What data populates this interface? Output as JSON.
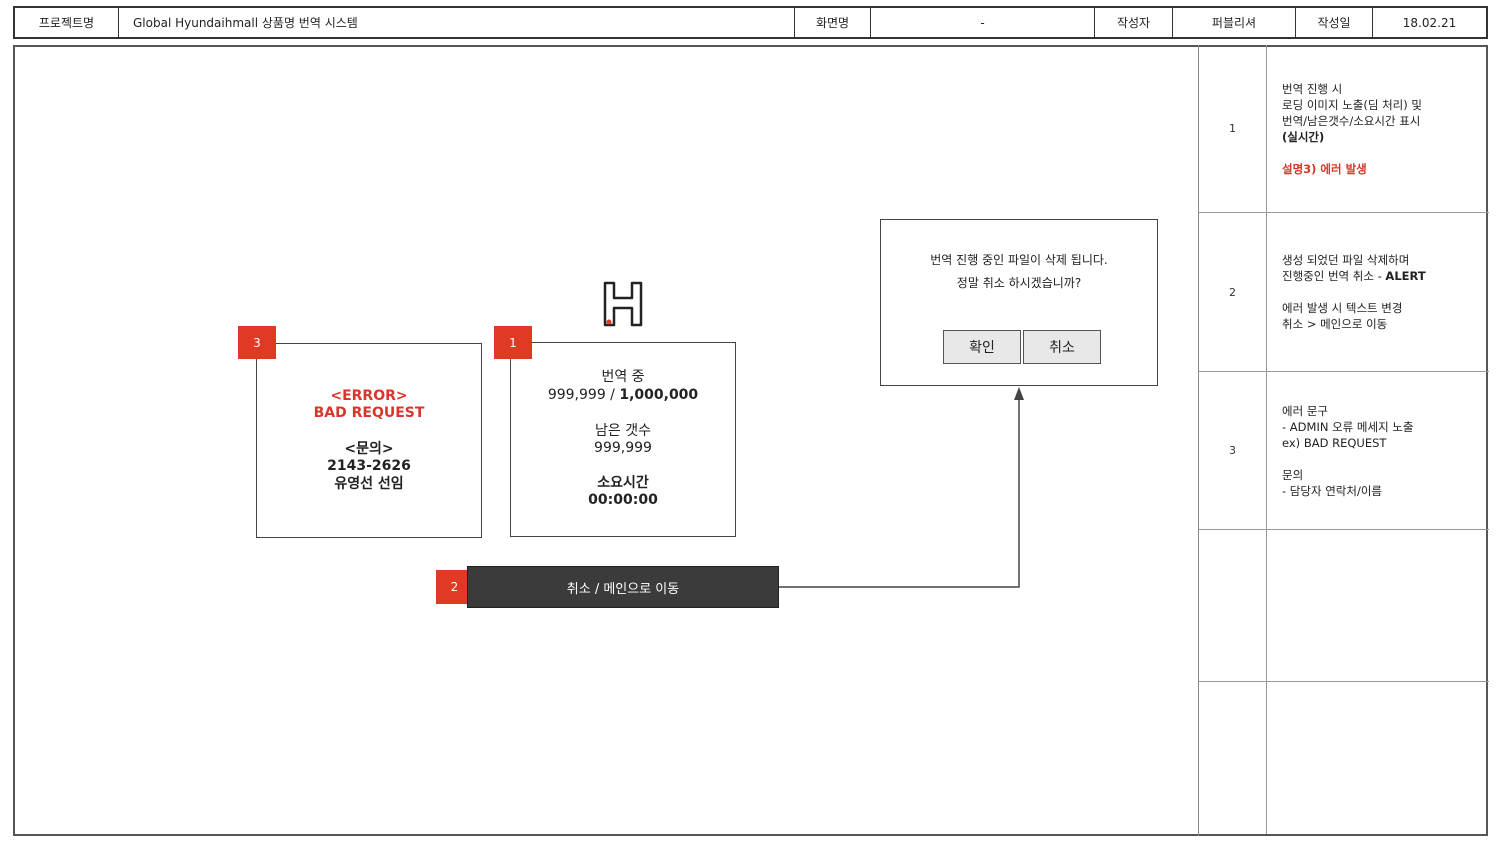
{
  "header": {
    "project_label": "프로젝트명",
    "project_value": "Global Hyundaihmall 상품명 번역 시스템",
    "screen_label": "화면명",
    "screen_value": "-",
    "author_label": "작성자",
    "author_value": "퍼블리셔",
    "date_label": "작성일",
    "date_value": "18.02.21"
  },
  "badges": {
    "error": "3",
    "progress": "1",
    "cancel": "2"
  },
  "error_box": {
    "line1": "<ERROR>",
    "line2": "BAD REQUEST",
    "line3": "<문의>",
    "line4": "2143-2626",
    "line5": "유영선 선임"
  },
  "progress_box": {
    "status": "번역 중",
    "count_done": "999,999 / ",
    "count_total": "1,000,000",
    "remain_label": "남은 갯수",
    "remain_value": "999,999",
    "time_label": "소요시간",
    "time_value": "00:00:00"
  },
  "cancel_button": {
    "label": "취소 / 메인으로 이동"
  },
  "dialog": {
    "line1": "번역 진행 중인 파일이 삭제 됩니다.",
    "line2": "정말 취소 하시겠습니까?",
    "confirm": "확인",
    "cancel": "취소"
  },
  "descriptions": [
    {
      "num": "1",
      "l1": "번역 진행 시",
      "l2": "로딩 이미지 노출(딤 처리) 및",
      "l3": "번역/남은갯수/소요시간 표시",
      "l4": "(실시간)",
      "l5": "설명3) 에러 발생"
    },
    {
      "num": "2",
      "l1": "생성 되었던 파일 삭제하며",
      "l2a": "진행중인 번역 취소 - ",
      "l2b": "ALERT",
      "l3": "에러 발생 시 텍스트 변경",
      "l4": "취소 > 메인으로 이동"
    },
    {
      "num": "3",
      "l1": "에러 문구",
      "l2": "- ADMIN 오류 메세지 노출",
      "l3": "ex) BAD REQUEST",
      "l4": "문의",
      "l5": "- 담당자 연락처/이름"
    },
    {
      "num": ""
    },
    {
      "num": ""
    }
  ],
  "colors": {
    "accent": "#e03a25",
    "dark_button": "#3b3b3b"
  }
}
